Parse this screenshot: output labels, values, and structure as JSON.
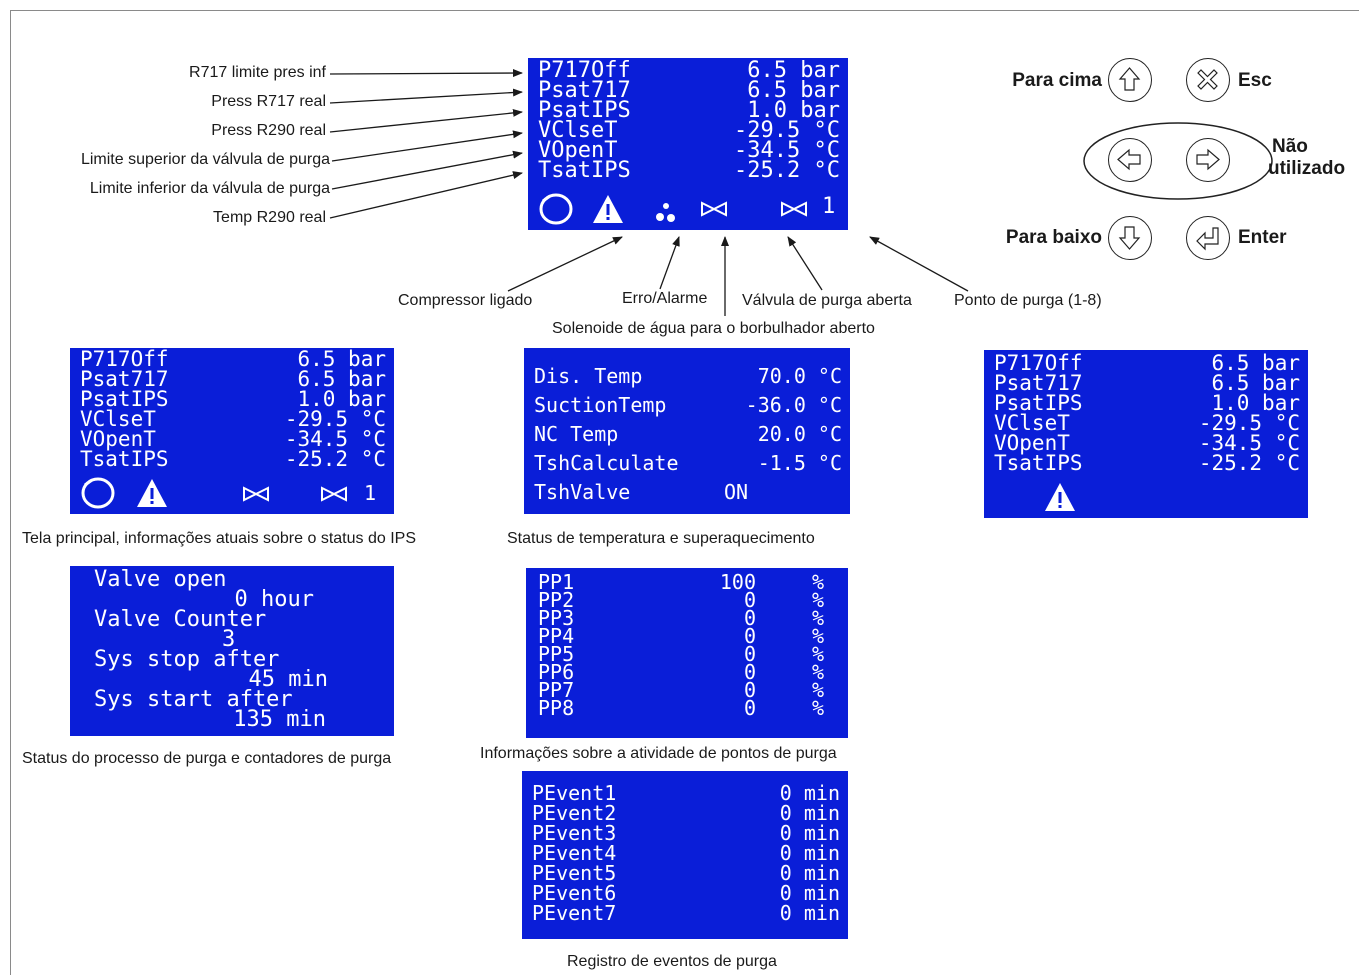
{
  "top_screen": {
    "rows": [
      {
        "name": "P717Off",
        "value": "6.5 bar"
      },
      {
        "name": "Psat717",
        "value": "6.5 bar"
      },
      {
        "name": "PsatIPS",
        "value": "1.0 bar"
      },
      {
        "name": "VClseT",
        "value": "-29.5 °C"
      },
      {
        "name": "VOpenT",
        "value": "-34.5 °C"
      },
      {
        "name": "TsatIPS",
        "value": "-25.2 °C"
      }
    ],
    "purge_point_number": "1"
  },
  "left_labels": [
    "R717 limite pres inf",
    "Press R717 real",
    "Press R290 real",
    "Limite superior da válvula de purga",
    "Limite inferior da válvula de purga",
    "Temp R290 real"
  ],
  "bottom_labels": {
    "compressor": "Compressor ligado",
    "error": "Erro/Alarme",
    "solenoid": "Solenoide de água para o borbulhador aberto",
    "valve": "Válvula de purga aberta",
    "purge_point": "Ponto de purga (1-8)"
  },
  "keypad": {
    "up": "Para cima",
    "esc": "Esc",
    "not_used_line1": "Não",
    "not_used_line2": "utilizado",
    "down": "Para baixo",
    "enter": "Enter"
  },
  "main_screen": {
    "rows": [
      {
        "name": "P717Off",
        "value": "6.5 bar"
      },
      {
        "name": "Psat717",
        "value": "6.5 bar"
      },
      {
        "name": "PsatIPS",
        "value": "1.0 bar"
      },
      {
        "name": "VClseT",
        "value": "-29.5 °C"
      },
      {
        "name": "VOpenT",
        "value": "-34.5 °C"
      },
      {
        "name": "TsatIPS",
        "value": "-25.2 °C"
      }
    ],
    "purge_point_number": "1",
    "caption": "Tela principal, informações atuais sobre o status do IPS"
  },
  "temp_screen": {
    "rows": [
      {
        "name": "Dis. Temp",
        "value": "70.0 °C"
      },
      {
        "name": "SuctionTemp",
        "value": "-36.0 °C"
      },
      {
        "name": "NC Temp",
        "value": "20.0 °C"
      },
      {
        "name": "TshCalculate",
        "value": "-1.5 °C"
      },
      {
        "name": "TshValve",
        "value": "ON"
      }
    ],
    "caption": "Status de temperatura e superaquecimento"
  },
  "alarm_screen": {
    "rows": [
      {
        "name": "P717Off",
        "value": "6.5 bar"
      },
      {
        "name": "Psat717",
        "value": "6.5 bar"
      },
      {
        "name": "PsatIPS",
        "value": "1.0 bar"
      },
      {
        "name": "VClseT",
        "value": "-29.5 °C"
      },
      {
        "name": "VOpenT",
        "value": "-34.5 °C"
      },
      {
        "name": "TsatIPS",
        "value": "-25.2 °C"
      }
    ]
  },
  "process_screen": {
    "lines": [
      "Valve open",
      "0 hour",
      "Valve Counter",
      "3",
      "Sys stop after",
      "45 min",
      "Sys start after",
      "135 min"
    ],
    "caption": "Status do processo de purga e contadores de purga"
  },
  "points_screen": {
    "rows": [
      {
        "name": "PP1",
        "value": "100",
        "unit": "%"
      },
      {
        "name": "PP2",
        "value": "0",
        "unit": "%"
      },
      {
        "name": "PP3",
        "value": "0",
        "unit": "%"
      },
      {
        "name": "PP4",
        "value": "0",
        "unit": "%"
      },
      {
        "name": "PP5",
        "value": "0",
        "unit": "%"
      },
      {
        "name": "PP6",
        "value": "0",
        "unit": "%"
      },
      {
        "name": "PP7",
        "value": "0",
        "unit": "%"
      },
      {
        "name": "PP8",
        "value": "0",
        "unit": "%"
      }
    ],
    "caption": "Informações sobre a atividade de pontos de purga"
  },
  "events_screen": {
    "rows": [
      {
        "name": "PEvent1",
        "value": "0 min"
      },
      {
        "name": "PEvent2",
        "value": "0 min"
      },
      {
        "name": "PEvent3",
        "value": "0 min"
      },
      {
        "name": "PEvent4",
        "value": "0 min"
      },
      {
        "name": "PEvent5",
        "value": "0 min"
      },
      {
        "name": "PEvent6",
        "value": "0 min"
      },
      {
        "name": "PEvent7",
        "value": "0 min"
      }
    ],
    "caption": "Registro de eventos de purga"
  },
  "colors": {
    "lcd_background": "#0a1ed8",
    "lcd_text": "#ffffff"
  }
}
